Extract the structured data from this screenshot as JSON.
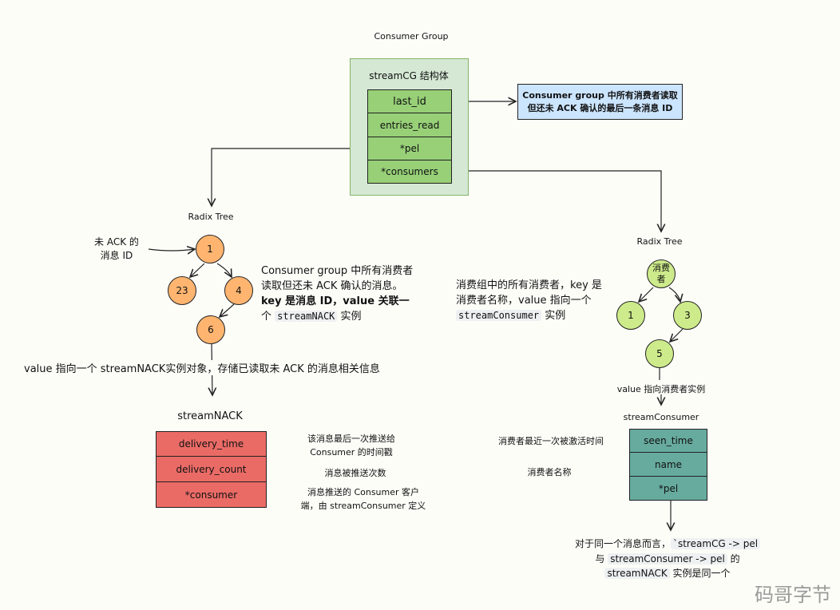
{
  "title": "Consumer Group",
  "stream_cg": {
    "label": "streamCG 结构体",
    "fields": [
      "last_id",
      "entries_read",
      "*pel",
      "*consumers"
    ],
    "last_id_note": [
      "Consumer group 中所有消费者读取",
      "但还未 ACK 确认的最后一条消息 ID"
    ]
  },
  "pel_tree": {
    "title": "Radix Tree",
    "pointer_label": [
      "未 ACK 的",
      "消息 ID"
    ],
    "nodes": [
      "1",
      "23",
      "4",
      "6"
    ],
    "note": {
      "line1": "Consumer group 中所有消费者",
      "line2": "读取但还未 ACK 确认的消息。",
      "line3": "key 是消息 ID，value 关联一",
      "line4_prefix": "个",
      "line4_code": "streamNACK",
      "line4_suffix": "实例"
    },
    "value_note": "value 指向一个 streamNACK实例对象，存储已读取未 ACK 的消息相关信息"
  },
  "stream_nack": {
    "title": "streamNACK",
    "fields": [
      "delivery_time",
      "delivery_count",
      "*consumer"
    ],
    "descriptions": [
      [
        "该消息最后一次推送给",
        "Consumer 的时间戳"
      ],
      [
        "消息被推送次数"
      ],
      [
        "消息推送的 Consumer 客户",
        "端，由 streamConsumer 定义"
      ]
    ]
  },
  "consumers_tree": {
    "title": "Radix Tree",
    "nodes": [
      "消费者",
      "1",
      "3",
      "5"
    ],
    "note": {
      "line1": "消费组中的所有消费者，key 是",
      "line2": "消费者名称，value 指向一个",
      "line3_code": "streamConsumer",
      "line3_suffix": "实例"
    },
    "value_note": "value 指向消费者实例"
  },
  "stream_consumer": {
    "title": "streamConsumer",
    "fields": [
      "seen_time",
      "name",
      "*pel"
    ],
    "descriptions": [
      "消费者最近一次被激活时间",
      "消费者名称"
    ]
  },
  "bottom_note": {
    "l1_prefix": "对于同一个消息而言，",
    "l1_code": "`streamCG -> pel",
    "l2_prefix": "与",
    "l2_code": "streamConsumer -> pel",
    "l2_suffix": "的",
    "l3_code": "streamNACK",
    "l3_suffix": "实例是同一个"
  },
  "watermark": "码哥字节",
  "colors": {
    "container_fill": "#d5e8d4",
    "container_border": "#82b366",
    "field_green": "#97d077",
    "note_blue": "#cce5ff",
    "node_orange": "#ffb570",
    "node_lime": "#cdeb8b",
    "nack_red": "#ea6b66",
    "consumer_teal": "#67ab9f"
  }
}
